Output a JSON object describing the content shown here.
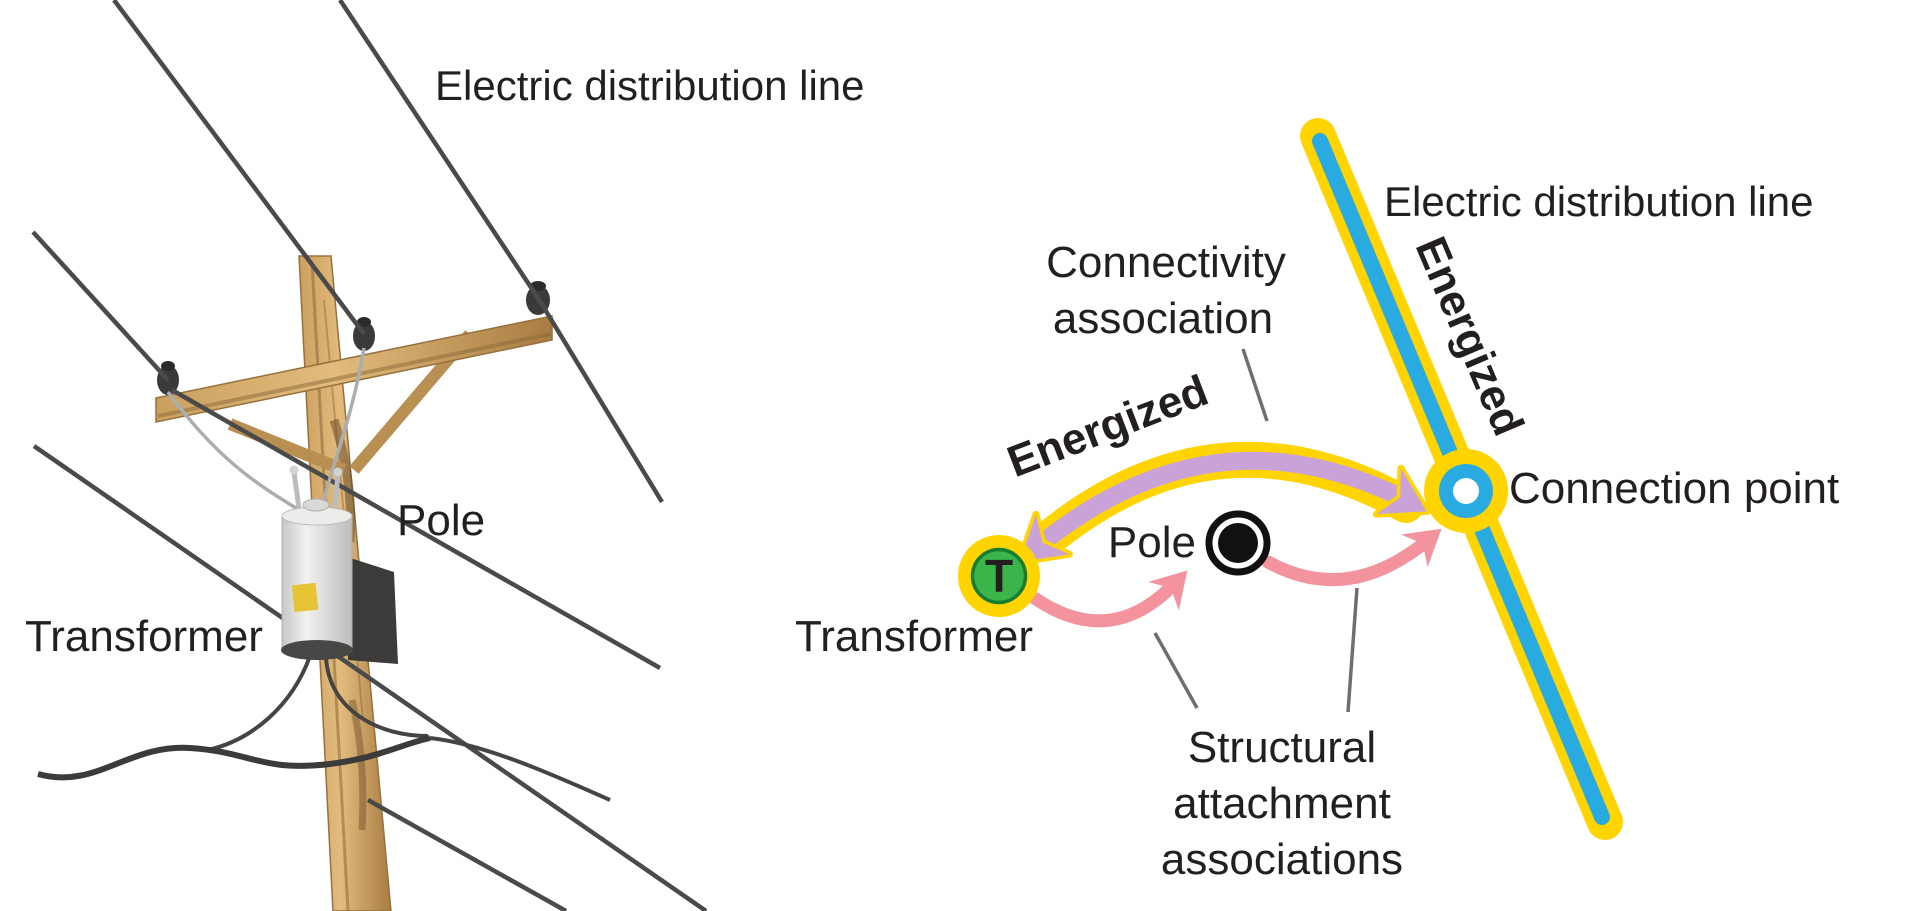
{
  "figure": {
    "description": "Electric distribution pole photograph with matching utility network schematic"
  },
  "colors": {
    "text": "#231F20",
    "line_yellow": "#FFD400",
    "line_blue": "#29ABE2",
    "connectivity_lavender": "#C9A3D8",
    "structural_pink": "#F2939E",
    "transformer_green": "#3BB54A",
    "transformer_green_border": "#187C33",
    "pole_node_black": "#111111",
    "wood_tan": "#C99A58",
    "wire_gray": "#4A4A4A",
    "callout_gray": "#6E6E6E"
  },
  "photo": {
    "labels": {
      "distribution_line": "Electric distribution line",
      "pole": "Pole",
      "transformer": "Transformer"
    }
  },
  "diagram": {
    "labels": {
      "distribution_line": "Electric distribution line",
      "connectivity_line1": "Connectivity",
      "connectivity_line2": "association",
      "energized_arc": "Energized",
      "energized_line": "Energized",
      "connection_point": "Connection point",
      "pole": "Pole",
      "transformer": "Transformer",
      "transformer_symbol": "T",
      "structural_line1": "Structural",
      "structural_line2": "attachment",
      "structural_line3": "associations"
    }
  }
}
